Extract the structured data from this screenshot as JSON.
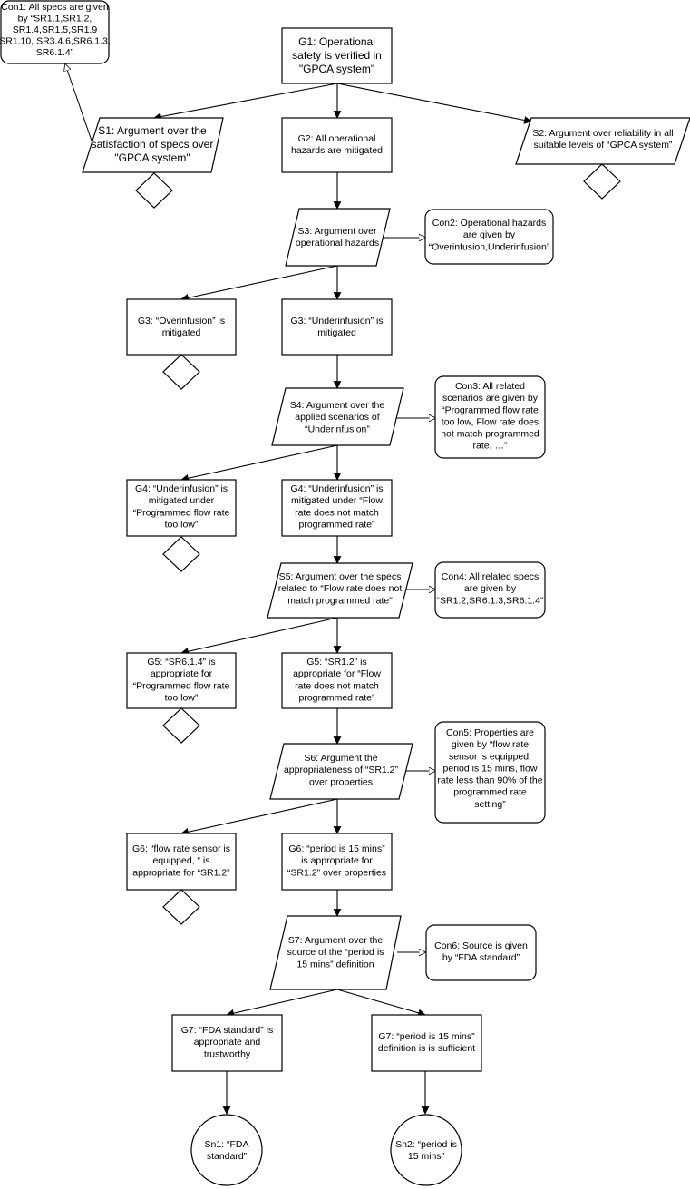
{
  "nodes": {
    "con1": [
      "Con1: All specs are given",
      "by “SR1.1,SR1.2,",
      "SR1.4,SR1.5,SR1.9",
      "SR1.10, SR3.4.6,SR6.1.3,",
      "SR6.1.4”"
    ],
    "g1": [
      "G1: Operational",
      "safety is verified in",
      "\"GPCA system\""
    ],
    "s1": [
      "S1: Argument over the",
      "satisfaction of specs over",
      "\"GPCA system\""
    ],
    "g2": [
      "G2: All operational",
      "hazards are mitigated"
    ],
    "s2": [
      "S2: Argument over reliability in all",
      "suitable levels of “GPCA system”"
    ],
    "s3": [
      "S3: Argument over",
      "operational hazards"
    ],
    "con2": [
      "Con2: Operational hazards",
      "are given by",
      "“Overinfusion,Underinfusion”"
    ],
    "g3a": [
      "G3: “Overinfusion” is",
      "mitigated"
    ],
    "g3b": [
      "G3: “Underinfusion” is",
      "mitigated"
    ],
    "s4": [
      "S4: Argument over the",
      "applied scenarios of",
      "“Underinfusion”"
    ],
    "con3": [
      "Con3: All related",
      "scenarios are given by",
      "“Programmed flow rate",
      "too low, Flow rate does",
      "not match programmed",
      "rate, …”"
    ],
    "g4a": [
      "G4: “Underinfusion” is",
      "mitigated under",
      "“Programmed flow rate",
      "too low”"
    ],
    "g4b": [
      "G4: “Underinfusion” is",
      "mitigated under “Flow",
      "rate does not match",
      "programmed rate”"
    ],
    "s5": [
      "S5: Argument over the specs",
      "related to “Flow rate does not",
      "match programmed rate”"
    ],
    "con4": [
      "Con4: All related specs",
      "are given by",
      "“SR1.2,SR6.1.3,SR6.1.4”"
    ],
    "g5a": [
      "G5: “SR6.1.4”  is",
      "appropriate for",
      "“Programmed flow rate",
      "too low”"
    ],
    "g5b": [
      "G5: “SR1.2” is",
      "appropriate for “Flow",
      "rate does not match",
      "programmed rate”"
    ],
    "s6": [
      "S6: Argument the",
      "appropriateness of “SR1.2”",
      "over properties"
    ],
    "con5": [
      "Con5: Properties are",
      "given by “flow rate",
      "sensor is equipped,",
      "period is 15 mins, flow",
      "rate less than 90% of the",
      "programmed rate",
      "setting”"
    ],
    "g6a": [
      "G6: “flow rate sensor is",
      "equipped, “ is",
      "appropriate for “SR1.2”"
    ],
    "g6b": [
      "G6: “period is 15 mins”",
      "is appropriate for",
      "“SR1.2” over properties"
    ],
    "s7": [
      "S7: Argument over the",
      "source of the “period is",
      "15 mins” definition"
    ],
    "con6": [
      "Con6: Source is given",
      "by “FDA standard”"
    ],
    "g7a": [
      "G7: “FDA standard” is",
      "appropriate and",
      "trustworthy"
    ],
    "g7b": [
      "G7: “period is 15 mins”",
      "definition is is sufficient"
    ],
    "sn1": [
      "Sn1: “FDA",
      "standard”"
    ],
    "sn2": [
      "Sn2: “period is",
      "15 mins”"
    ]
  },
  "edges": [
    {
      "from": "g1",
      "to": "s1",
      "kind": "supported-by"
    },
    {
      "from": "g1",
      "to": "g2",
      "kind": "supported-by"
    },
    {
      "from": "g1",
      "to": "s2",
      "kind": "supported-by"
    },
    {
      "from": "s1",
      "to": "con1",
      "kind": "in-context-of"
    },
    {
      "from": "g2",
      "to": "s3",
      "kind": "supported-by"
    },
    {
      "from": "s3",
      "to": "con2",
      "kind": "in-context-of"
    },
    {
      "from": "s3",
      "to": "g3a",
      "kind": "supported-by"
    },
    {
      "from": "s3",
      "to": "g3b",
      "kind": "supported-by"
    },
    {
      "from": "g3b",
      "to": "s4",
      "kind": "supported-by"
    },
    {
      "from": "s4",
      "to": "con3",
      "kind": "in-context-of"
    },
    {
      "from": "s4",
      "to": "g4a",
      "kind": "supported-by"
    },
    {
      "from": "s4",
      "to": "g4b",
      "kind": "supported-by"
    },
    {
      "from": "g4b",
      "to": "s5",
      "kind": "supported-by"
    },
    {
      "from": "s5",
      "to": "con4",
      "kind": "in-context-of"
    },
    {
      "from": "s5",
      "to": "g5a",
      "kind": "supported-by"
    },
    {
      "from": "s5",
      "to": "g5b",
      "kind": "supported-by"
    },
    {
      "from": "g5b",
      "to": "s6",
      "kind": "supported-by"
    },
    {
      "from": "s6",
      "to": "con5",
      "kind": "in-context-of"
    },
    {
      "from": "s6",
      "to": "g6a",
      "kind": "supported-by"
    },
    {
      "from": "s6",
      "to": "g6b",
      "kind": "supported-by"
    },
    {
      "from": "g6b",
      "to": "s7",
      "kind": "supported-by"
    },
    {
      "from": "s7",
      "to": "con6",
      "kind": "in-context-of"
    },
    {
      "from": "s7",
      "to": "g7a",
      "kind": "supported-by"
    },
    {
      "from": "s7",
      "to": "g7b",
      "kind": "supported-by"
    },
    {
      "from": "g7a",
      "to": "sn1",
      "kind": "supported-by"
    },
    {
      "from": "g7b",
      "to": "sn2",
      "kind": "supported-by"
    }
  ]
}
